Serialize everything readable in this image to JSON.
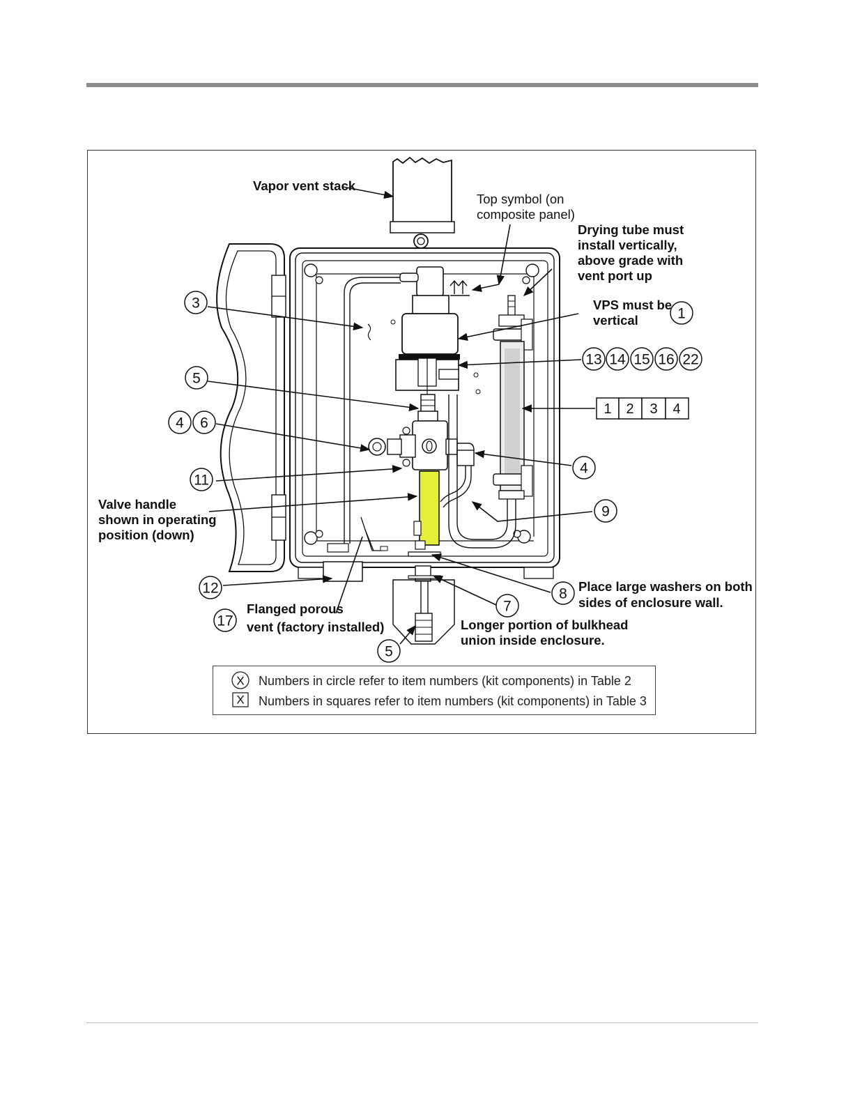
{
  "labels": {
    "vapor_vent_stack": "Vapor vent stack",
    "top_symbol_1": "Top symbol (on",
    "top_symbol_2": "composite panel)",
    "drying_tube_1": "Drying tube must",
    "drying_tube_2": "install vertically,",
    "drying_tube_3": "above grade with",
    "drying_tube_4": "vent port up",
    "vps_1": "VPS must be",
    "vps_2": "vertical",
    "valve_handle_1": "Valve handle",
    "valve_handle_2": "shown in operating",
    "valve_handle_3": "position (down)",
    "washers_1": "Place large washers on both",
    "washers_2": "sides of enclosure wall.",
    "flanged_1": "Flanged porous",
    "flanged_2": "vent (factory installed)",
    "bulkhead_1": "Longer portion of bulkhead",
    "bulkhead_2": "union inside enclosure."
  },
  "callouts": {
    "c1": "1",
    "c3": "3",
    "c5a": "5",
    "c4a": "4",
    "c6": "6",
    "c11": "11",
    "c13": "13",
    "c14": "14",
    "c15": "15",
    "c16": "16",
    "c22": "22",
    "c4b": "4",
    "c9": "9",
    "c12": "12",
    "c17": "17",
    "c8": "8",
    "c7": "7",
    "c5b": "5",
    "s1": "1",
    "s2": "2",
    "s3": "3",
    "s4": "4"
  },
  "legend": {
    "circle_symbol": "X",
    "square_symbol": "X",
    "circle_text": "Numbers in circle refer to item numbers (kit components) in Table 2",
    "square_text": "Numbers in squares refer to item numbers (kit components) in Table 3"
  },
  "colors": {
    "highlight": "#e4ef3a",
    "line": "#111111",
    "rule": "#8c8c8c"
  }
}
